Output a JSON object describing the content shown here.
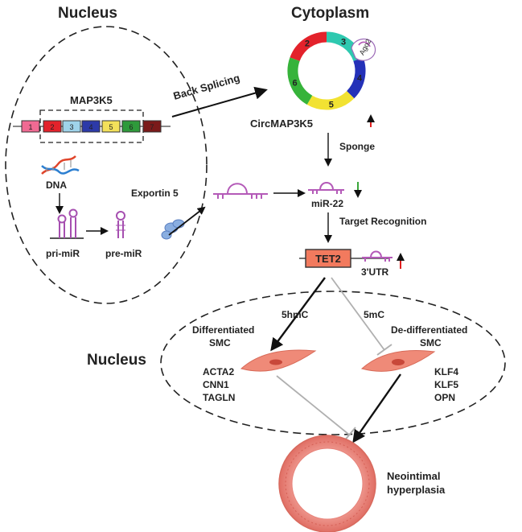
{
  "titles": {
    "nucleus_top": "Nucleus",
    "cytoplasm": "Cytoplasm",
    "nucleus_bottom": "Nucleus"
  },
  "gene": {
    "name": "MAP3K5",
    "exons": [
      "1",
      "2",
      "3",
      "4",
      "5",
      "6",
      "7"
    ],
    "exon_colors": [
      "#f06a93",
      "#e3222b",
      "#9fd3ea",
      "#2c3aa8",
      "#f3e05a",
      "#2e9a3b",
      "#7b1a1a"
    ]
  },
  "labels": {
    "dna": "DNA",
    "pri_mir": "pri-miR",
    "pre_mir": "pre-miR",
    "exportin": "Exportin 5",
    "back_splicing": "Back Splicing",
    "circ_name": "CircMAP3K5",
    "ago2": "Ago2",
    "sponge": "Sponge",
    "mir22": "miR-22",
    "target_recognition": "Target Recognition",
    "tet2": "TET2",
    "utr": "3'UTR",
    "hmc": "5hmC",
    "mc": "5mC",
    "diff_1": "Differentiated",
    "diff_2": "SMC",
    "dediff_1": "De-differentiated",
    "dediff_2": "SMC",
    "left_markers": [
      "ACTA2",
      "CNN1",
      "TAGLN"
    ],
    "right_markers": [
      "KLF4",
      "KLF5",
      "OPN"
    ],
    "neo_1": "Neointimal",
    "neo_2": "hyperplasia"
  },
  "circ_segments": [
    {
      "label": "2",
      "color": "#e3222b"
    },
    {
      "label": "3",
      "color": "#2ec9b0"
    },
    {
      "label": "4",
      "color": "#2431b8"
    },
    {
      "label": "5",
      "color": "#f2e232"
    },
    {
      "label": "6",
      "color": "#36b33a"
    }
  ],
  "colors": {
    "up_arrow": "#e02020",
    "down_arrow": "#3aa63a",
    "mirna": "#b45ab8",
    "tet2_fill": "#f27a5e",
    "cell_fill": "#ef8a78",
    "vessel": "#e8837a",
    "inhibit_line": "#b0b0b0"
  }
}
